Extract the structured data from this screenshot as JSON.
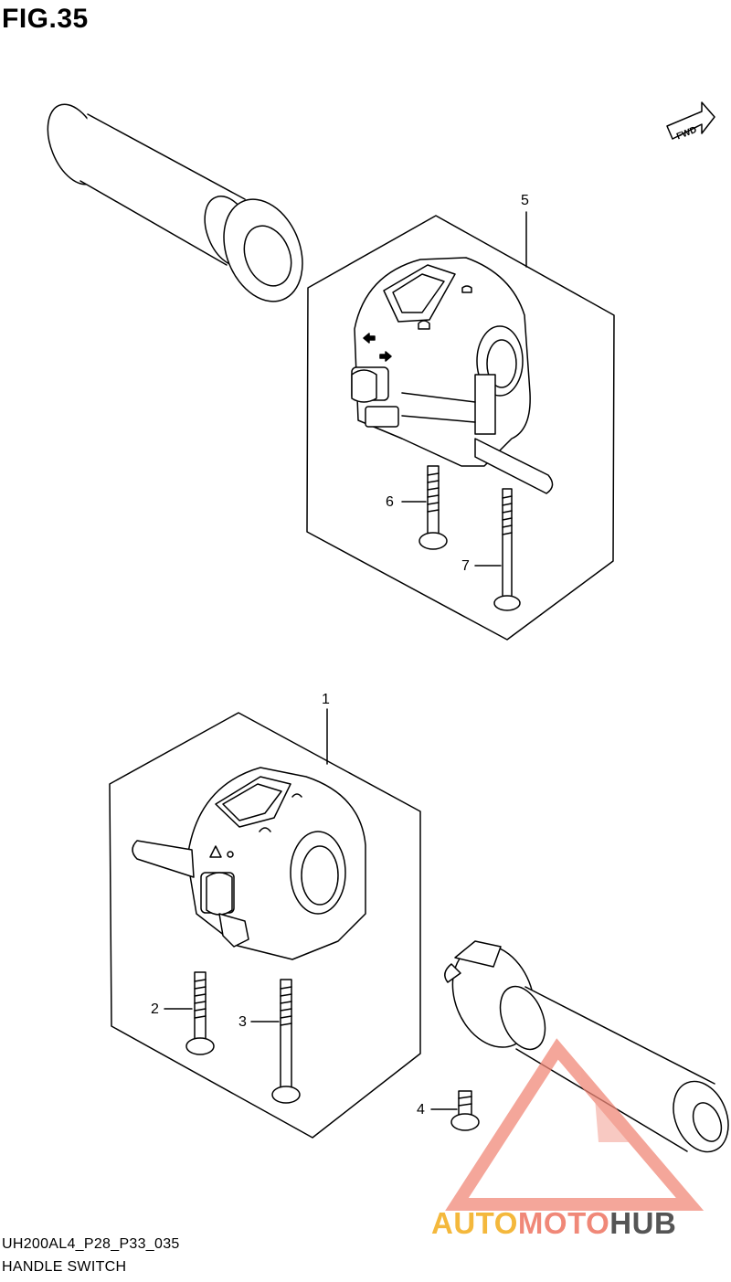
{
  "figure_title": "FIG.35",
  "fwd_label": "FWD",
  "callouts": [
    "5",
    "6",
    "7",
    "1",
    "2",
    "3",
    "4"
  ],
  "footer": {
    "code": "UH200AL4_P28_P33_035",
    "name": "HANDLE SWITCH"
  },
  "watermark": {
    "part1": "AUTO",
    "part2": "MOTO",
    "part3": "HUB",
    "colors": {
      "auto": "#f4b83c",
      "moto": "#f08878",
      "hub": "#555555",
      "triangle": "#f08878"
    }
  }
}
